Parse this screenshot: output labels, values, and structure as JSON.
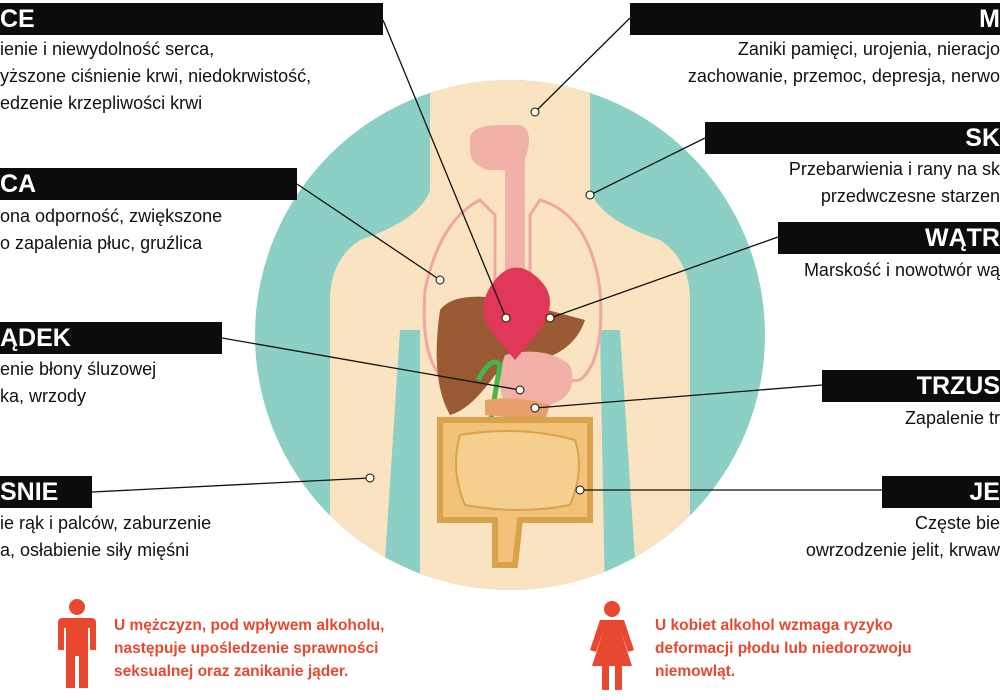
{
  "colors": {
    "circle": "#8ccfc4",
    "skin": "#f9e3c1",
    "bar": "#0c0c0c",
    "accent": "#e8482f",
    "lung_outline": "#f0a7a0",
    "heart": "#e1385a",
    "liver": "#9a5a33",
    "stomach": "#f2b1a8",
    "intestine": "#d9a34b",
    "gallbladder": "#45b649"
  },
  "left": [
    {
      "title": "CE",
      "lines": [
        "ienie i niewydolność serca,",
        "yższone ciśnienie krwi, niedokrwistość,",
        "edzenie krzepliwości krwi"
      ]
    },
    {
      "title": "CA",
      "lines": [
        "ona odporność, zwiększone",
        "o zapalenia płuc, gruźlica"
      ]
    },
    {
      "title": "ĄDEK",
      "lines": [
        "enie błony śluzowej",
        "ka, wrzody"
      ]
    },
    {
      "title": "SNIE",
      "lines": [
        "ie rąk i palców, zaburzenie",
        "a, osłabienie siły mięśni"
      ]
    }
  ],
  "right": [
    {
      "title": "M",
      "lines": [
        "Zaniki pamięci, urojenia, nieracjo",
        "zachowanie, przemoc, depresja, nerwo"
      ]
    },
    {
      "title": "SK",
      "lines": [
        "Przebarwienia i rany na sk",
        "przedwczesne starzen"
      ]
    },
    {
      "title": "WĄTR",
      "lines": [
        "Marskość i nowotwór wą"
      ]
    },
    {
      "title": "TRZUS",
      "lines": [
        "Zapalenie tr"
      ]
    },
    {
      "title": "JE",
      "lines": [
        "Częste bie",
        "owrzodzenie jelit, krwaw"
      ]
    }
  ],
  "notes": {
    "men": [
      "U mężczyzn, pod wpływem alkoholu,",
      "następuje upośledzenie sprawności",
      "seksualnej oraz zanikanie jąder."
    ],
    "women": [
      "U kobiet alkohol wzmaga ryzyko",
      "deformacji płodu lub niedorozwoju",
      "niemowląt."
    ]
  }
}
